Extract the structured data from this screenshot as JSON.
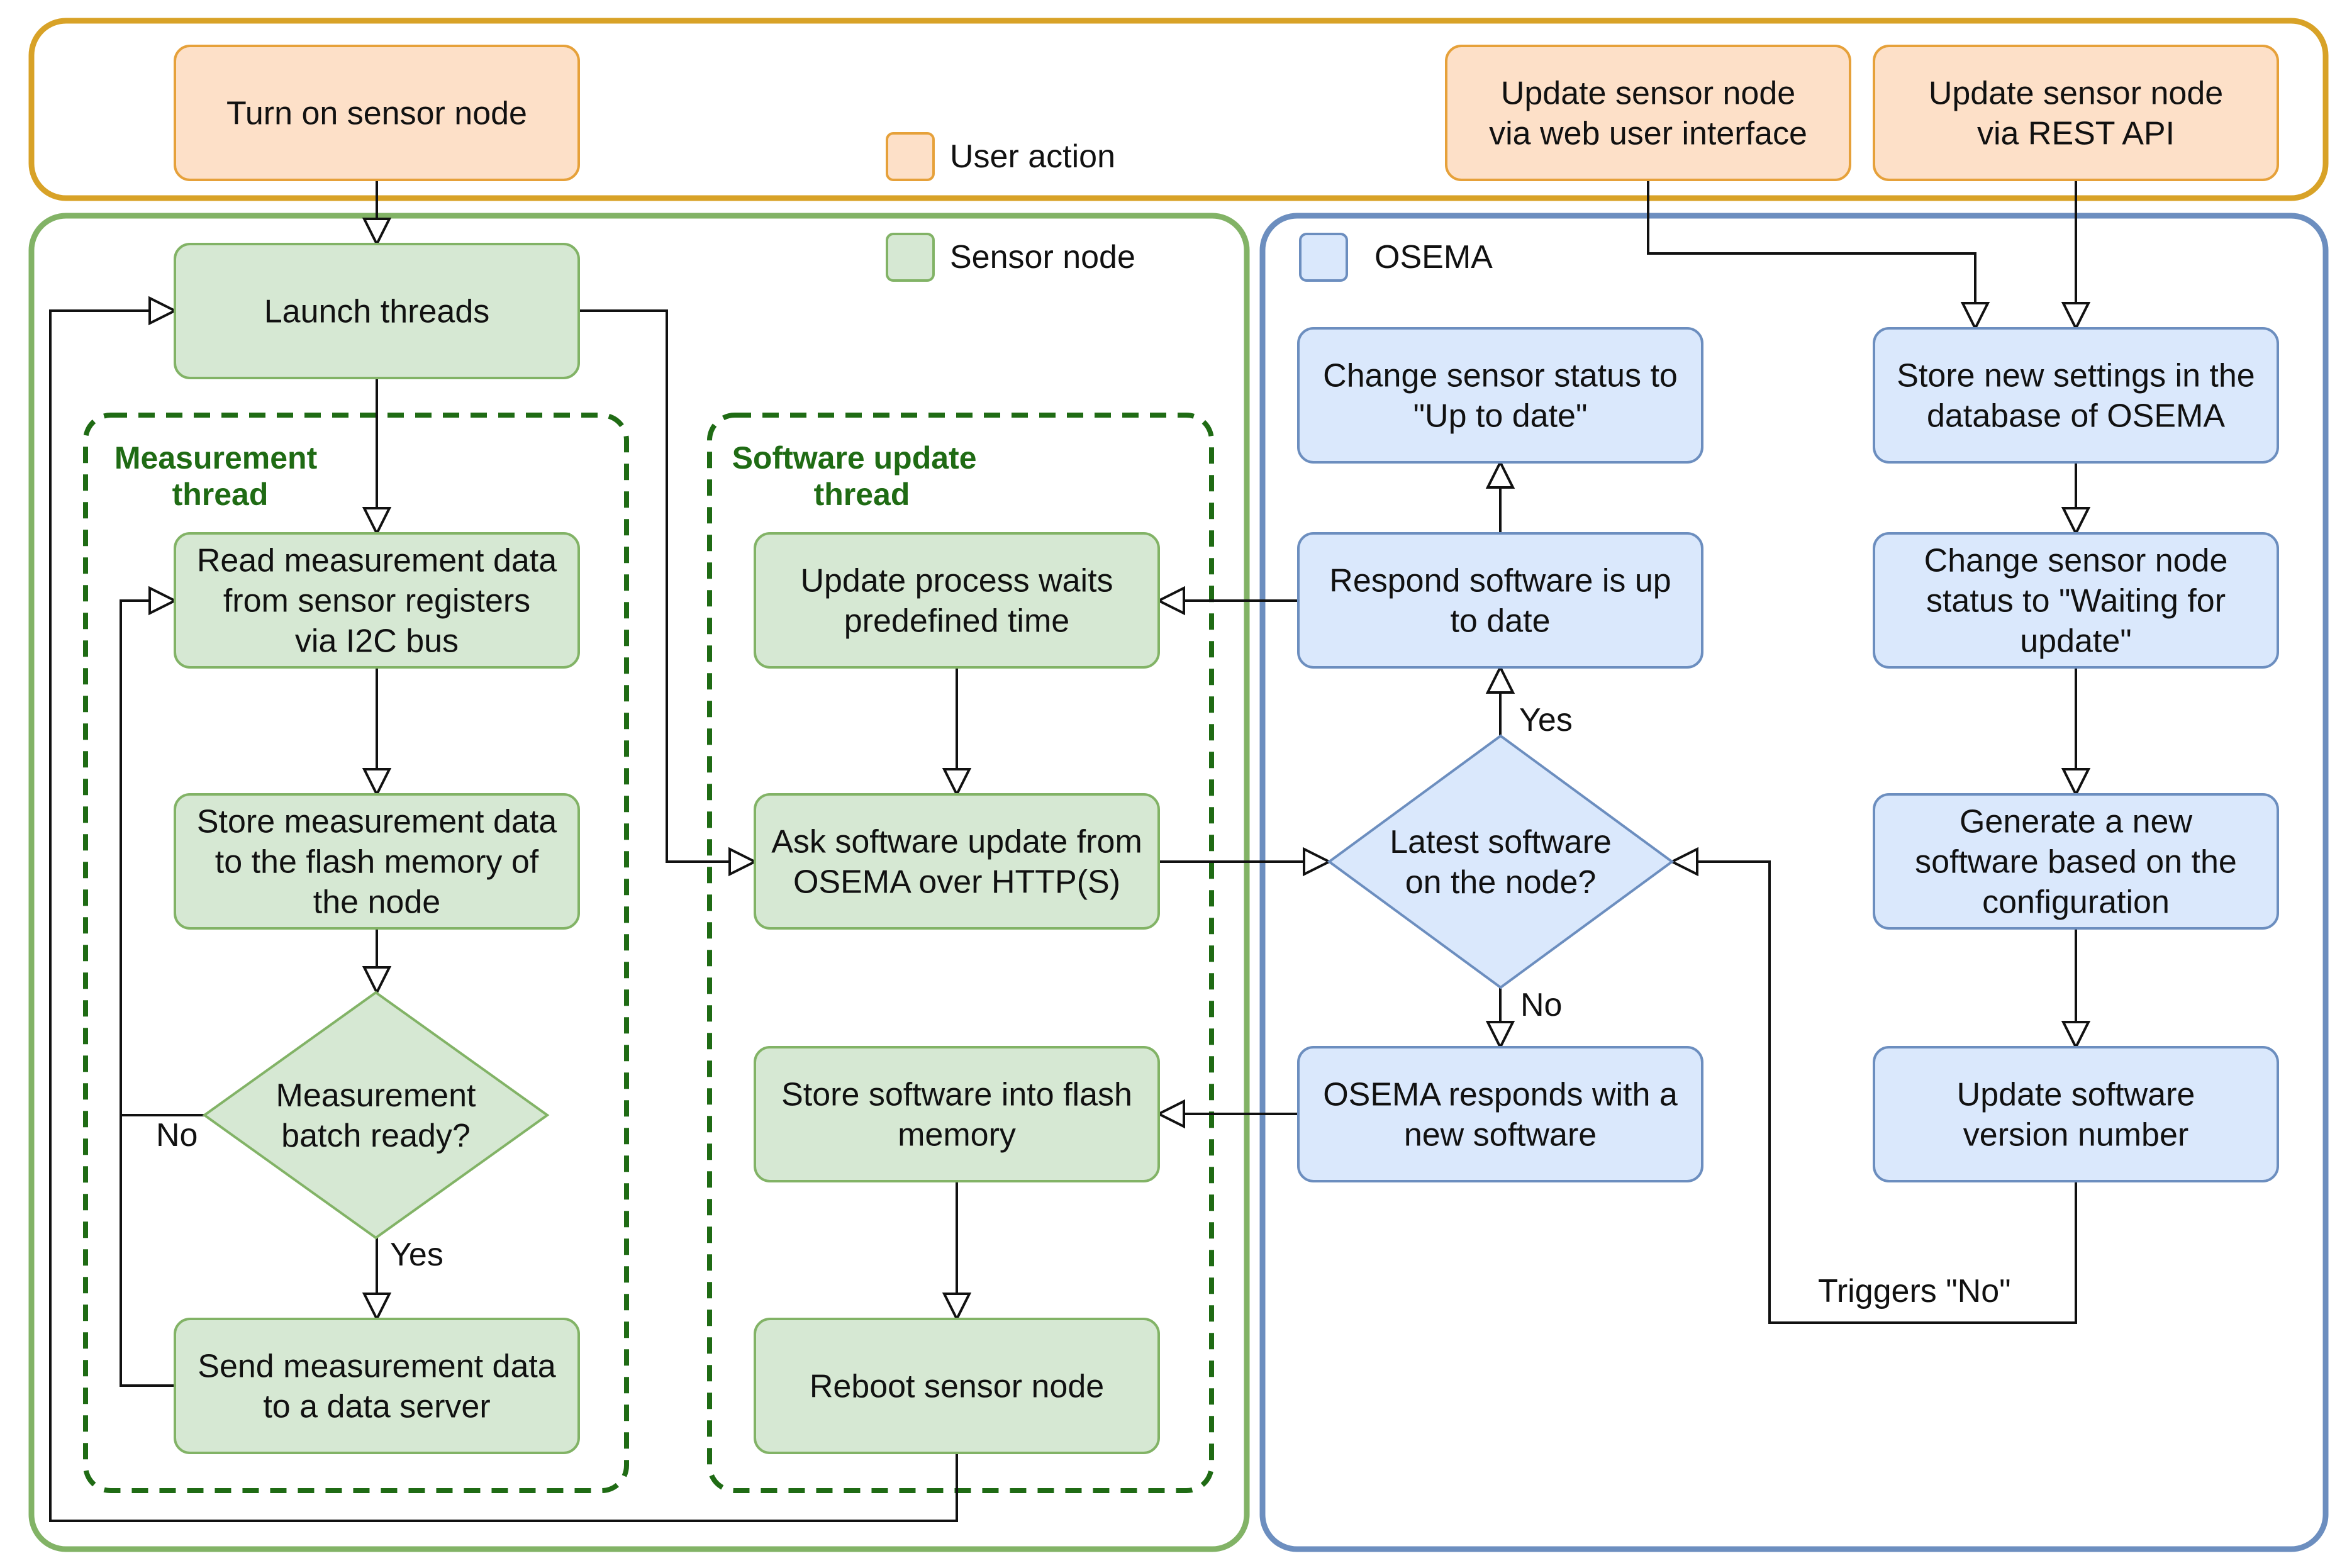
{
  "colors": {
    "user_fill": "#fde0c8",
    "user_stroke": "#e6a13a",
    "sensor_fill": "#d6e8d3",
    "sensor_stroke": "#82b366",
    "osema_fill": "#dae8fc",
    "osema_stroke": "#6c8ebf",
    "user_frame": "#d8a227",
    "sensor_frame": "#82b366",
    "osema_frame": "#6c8ebf",
    "thread_title": "#1f6b14"
  },
  "legend": {
    "user_action": "User action",
    "sensor_node": "Sensor node",
    "osema": "OSEMA"
  },
  "threads": {
    "measurement": [
      "Measurement",
      "thread"
    ],
    "software_update": [
      "Software update",
      "thread"
    ]
  },
  "nodes": {
    "turn_on": [
      "Turn on sensor node"
    ],
    "update_web": [
      "Update sensor node",
      "via web user interface"
    ],
    "update_rest": [
      "Update sensor node",
      "via REST API"
    ],
    "launch_threads": [
      "Launch threads"
    ],
    "read_measurement": [
      "Read measurement data",
      "from sensor registers",
      "via I2C bus"
    ],
    "store_measurement": [
      "Store measurement data",
      "to the flash memory of",
      "the node"
    ],
    "batch_ready": [
      "Measurement",
      "batch ready?"
    ],
    "send_measurement": [
      "Send measurement data",
      "to a data server"
    ],
    "update_waits": [
      "Update process waits",
      "predefined time"
    ],
    "ask_update": [
      "Ask software update from",
      "OSEMA over HTTP(S)"
    ],
    "store_software": [
      "Store software into flash",
      "memory"
    ],
    "reboot": [
      "Reboot sensor node"
    ],
    "change_up_to_date": [
      "Change sensor status to",
      "\"Up to date\""
    ],
    "respond_up_to_date": [
      "Respond software is up",
      "to date"
    ],
    "latest_software": [
      "Latest software",
      "on the node?"
    ],
    "osema_responds": [
      "OSEMA responds with a",
      "new software"
    ],
    "store_settings": [
      "Store new settings in the",
      "database of OSEMA"
    ],
    "change_waiting": [
      "Change sensor node",
      "status to \"Waiting for",
      "update\""
    ],
    "generate_software": [
      "Generate a new",
      "software based on the",
      "configuration"
    ],
    "update_version": [
      "Update software",
      "version number"
    ]
  },
  "edge_labels": {
    "batch_no": "No",
    "batch_yes": "Yes",
    "latest_yes": "Yes",
    "latest_no": "No",
    "triggers_no": "Triggers \"No\""
  }
}
